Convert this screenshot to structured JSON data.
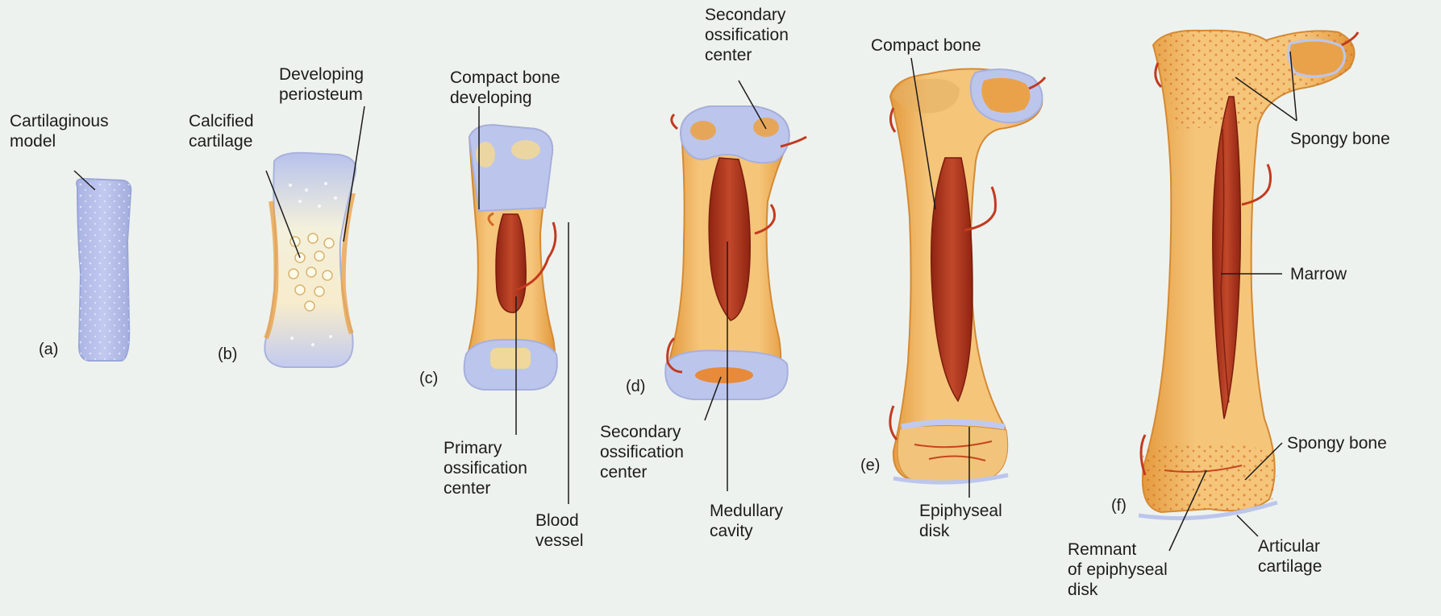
{
  "stages": {
    "a": "(a)",
    "b": "(b)",
    "c": "(c)",
    "d": "(d)",
    "e": "(e)",
    "f": "(f)"
  },
  "labels": {
    "cartilaginous_model": "Cartilaginous\nmodel",
    "calcified_cartilage": "Calcified\ncartilage",
    "developing_periosteum": "Developing\nperiosteum",
    "compact_bone_developing": "Compact bone\ndeveloping",
    "primary_ossification_center": "Primary\nossification\ncenter",
    "blood_vessel": "Blood\nvessel",
    "secondary_ossification_center_top": "Secondary\nossification\ncenter",
    "secondary_ossification_center_bottom": "Secondary\nossification\ncenter",
    "medullary_cavity": "Medullary\ncavity",
    "compact_bone": "Compact bone",
    "epiphyseal_disk": "Epiphyseal\ndisk",
    "spongy_bone_top": "Spongy bone",
    "marrow": "Marrow",
    "spongy_bone_bottom": "Spongy bone",
    "remnant_of_epiphyseal_disk": "Remnant\nof epiphyseal\ndisk",
    "articular_cartilage": "Articular\ncartilage"
  },
  "colors": {
    "background": "#eef2ee",
    "cartilage": "#b3bde8",
    "bone": "#efb25a",
    "marrow": "#a7321a",
    "vessel": "#c23a20"
  }
}
